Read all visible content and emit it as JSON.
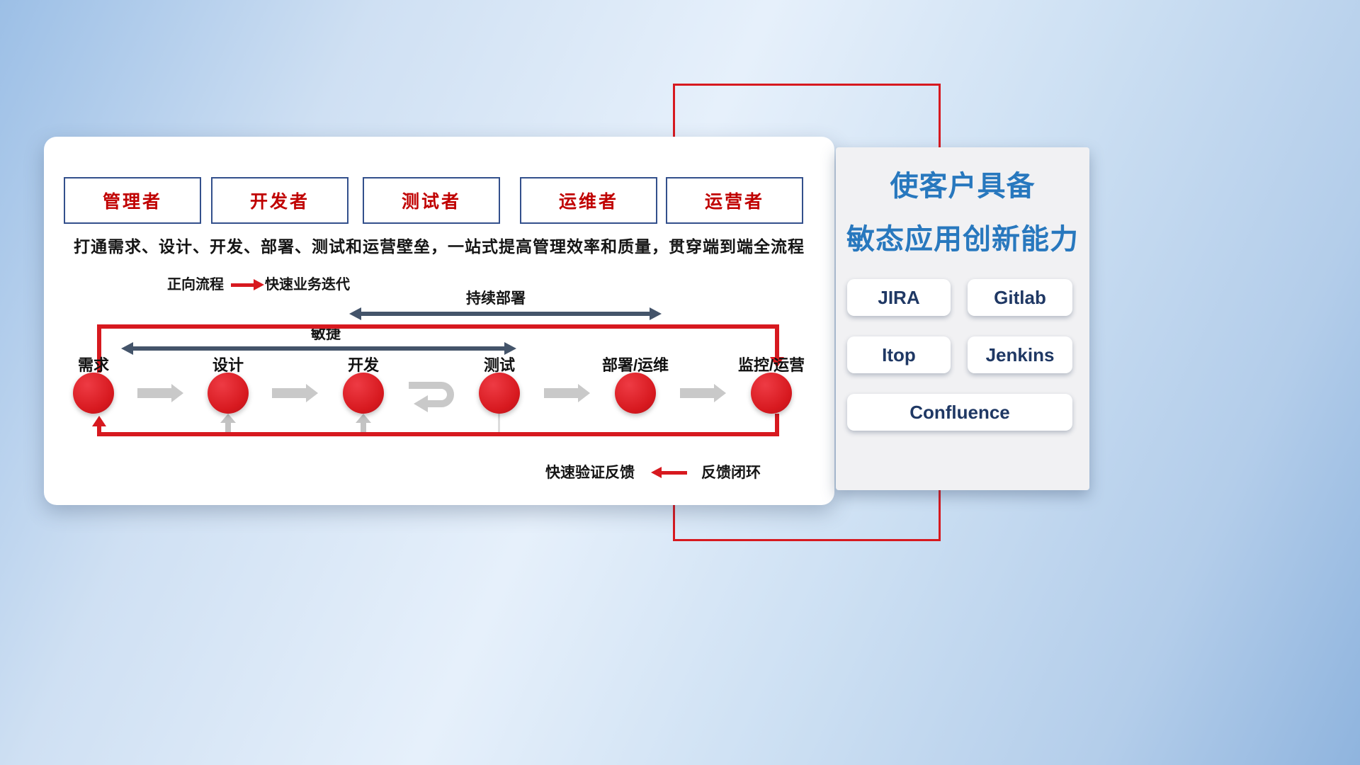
{
  "colors": {
    "accent_red": "#D7191F",
    "role_text_red": "#C00000",
    "role_border_navy": "#33508C",
    "title_blue": "#2878BE",
    "tool_text_navy": "#1F3864",
    "span_arrow_slate": "#44546A",
    "flow_arrow_gray": "#C9C9C9"
  },
  "main": {
    "roles": [
      "管理者",
      "开发者",
      "测试者",
      "运维者",
      "运营者"
    ],
    "description": "打通需求、设计、开发、部署、测试和运营壁垒，一站式提高管理效率和质量，贯穿端到端全流程",
    "forward_legend": {
      "label": "正向流程",
      "value": "快速业务迭代"
    },
    "continuous_deploy_label": "持续部署",
    "agile_label": "敏捷",
    "stages": [
      "需求",
      "设计",
      "开发",
      "测试",
      "部署/运维",
      "监控/运营"
    ],
    "feedback_legend": {
      "label": "快速验证反馈",
      "value": "反馈闭环"
    }
  },
  "right_panel": {
    "title_line1": "使客户具备",
    "title_line2": "敏态应用创新能力",
    "tools": [
      "JIRA",
      "Gitlab",
      "Itop",
      "Jenkins",
      "Confluence"
    ]
  }
}
